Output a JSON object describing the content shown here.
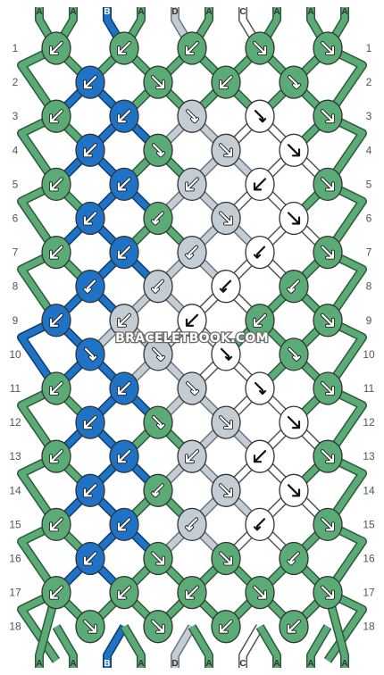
{
  "site": {
    "watermark": "BRACELETBOOK.COM"
  },
  "strings": {
    "labels": [
      "A",
      "A",
      "B",
      "A",
      "D",
      "A",
      "C",
      "A",
      "A",
      "A"
    ],
    "colors": {
      "A": "#5aab75",
      "B": "#1f73c6",
      "C": "#ffffff",
      "D": "#c4ccd4"
    }
  },
  "rows": [
    "1",
    "2",
    "3",
    "4",
    "5",
    "6",
    "7",
    "8",
    "9",
    "10",
    "11",
    "12",
    "13",
    "14",
    "15",
    "16",
    "17",
    "18"
  ],
  "knots": [
    [
      {
        "c": "A",
        "d": "bl"
      },
      {
        "c": "A",
        "d": "bl"
      },
      {
        "c": "A",
        "d": "bl"
      },
      {
        "c": "A",
        "d": "br"
      },
      {
        "c": "A",
        "d": "br"
      }
    ],
    [
      {
        "c": "B",
        "d": "bl"
      },
      {
        "c": "A",
        "d": "br"
      },
      {
        "c": "A",
        "d": "bl"
      },
      {
        "c": "A",
        "d": "r"
      }
    ],
    [
      {
        "c": "A",
        "d": "bl"
      },
      {
        "c": "B",
        "d": "bl"
      },
      {
        "c": "D",
        "d": "r"
      },
      {
        "c": "C",
        "d": "r"
      },
      {
        "c": "A",
        "d": "br"
      }
    ],
    [
      {
        "c": "B",
        "d": "bl"
      },
      {
        "c": "A",
        "d": "r"
      },
      {
        "c": "D",
        "d": "br"
      },
      {
        "c": "C",
        "d": "br"
      }
    ],
    [
      {
        "c": "A",
        "d": "bl"
      },
      {
        "c": "B",
        "d": "bl"
      },
      {
        "c": "D",
        "d": "bl"
      },
      {
        "c": "C",
        "d": "bl"
      },
      {
        "c": "A",
        "d": "br"
      }
    ],
    [
      {
        "c": "B",
        "d": "bl"
      },
      {
        "c": "A",
        "d": "l"
      },
      {
        "c": "D",
        "d": "br"
      },
      {
        "c": "C",
        "d": "br"
      }
    ],
    [
      {
        "c": "A",
        "d": "bl"
      },
      {
        "c": "B",
        "d": "bl"
      },
      {
        "c": "D",
        "d": "l"
      },
      {
        "c": "C",
        "d": "l"
      },
      {
        "c": "A",
        "d": "br"
      }
    ],
    [
      {
        "c": "B",
        "d": "l"
      },
      {
        "c": "D",
        "d": "l"
      },
      {
        "c": "C",
        "d": "l"
      },
      {
        "c": "A",
        "d": "l"
      }
    ],
    [
      {
        "c": "B",
        "d": "bl"
      },
      {
        "c": "D",
        "d": "bl"
      },
      {
        "c": "C",
        "d": "bl"
      },
      {
        "c": "A",
        "d": "bl"
      },
      {
        "c": "A",
        "d": "br"
      }
    ],
    [
      {
        "c": "B",
        "d": "r"
      },
      {
        "c": "D",
        "d": "r"
      },
      {
        "c": "C",
        "d": "r"
      },
      {
        "c": "A",
        "d": "r"
      }
    ],
    [
      {
        "c": "A",
        "d": "bl"
      },
      {
        "c": "B",
        "d": "bl"
      },
      {
        "c": "D",
        "d": "r"
      },
      {
        "c": "C",
        "d": "r"
      },
      {
        "c": "A",
        "d": "br"
      }
    ],
    [
      {
        "c": "B",
        "d": "bl"
      },
      {
        "c": "A",
        "d": "r"
      },
      {
        "c": "D",
        "d": "br"
      },
      {
        "c": "C",
        "d": "br"
      }
    ],
    [
      {
        "c": "A",
        "d": "bl"
      },
      {
        "c": "B",
        "d": "bl"
      },
      {
        "c": "D",
        "d": "bl"
      },
      {
        "c": "C",
        "d": "bl"
      },
      {
        "c": "A",
        "d": "br"
      }
    ],
    [
      {
        "c": "B",
        "d": "bl"
      },
      {
        "c": "A",
        "d": "l"
      },
      {
        "c": "D",
        "d": "br"
      },
      {
        "c": "C",
        "d": "br"
      }
    ],
    [
      {
        "c": "A",
        "d": "bl"
      },
      {
        "c": "B",
        "d": "bl"
      },
      {
        "c": "D",
        "d": "l"
      },
      {
        "c": "C",
        "d": "l"
      },
      {
        "c": "A",
        "d": "br"
      }
    ],
    [
      {
        "c": "B",
        "d": "bl"
      },
      {
        "c": "A",
        "d": "br"
      },
      {
        "c": "A",
        "d": "br"
      },
      {
        "c": "A",
        "d": "l"
      }
    ],
    [
      {
        "c": "A",
        "d": "bl"
      },
      {
        "c": "A",
        "d": "bl"
      },
      {
        "c": "A",
        "d": "bl"
      },
      {
        "c": "A",
        "d": "br"
      },
      {
        "c": "A",
        "d": "br"
      }
    ],
    [
      {
        "c": "A",
        "d": "br"
      },
      {
        "c": "A",
        "d": "br"
      },
      {
        "c": "A",
        "d": "bl"
      },
      {
        "c": "A",
        "d": "bl"
      }
    ]
  ]
}
